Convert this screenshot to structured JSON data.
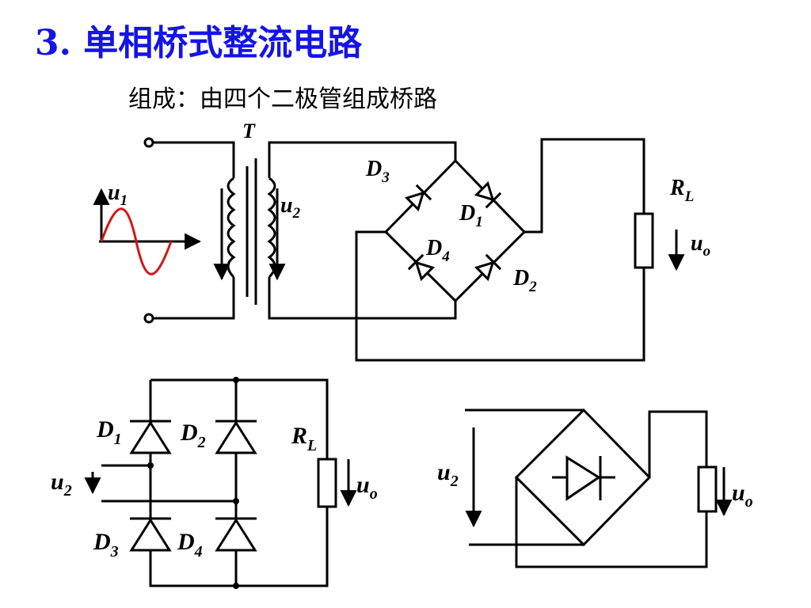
{
  "slide": {
    "title": "3. 单相桥式整流电路",
    "subtitle": "组成：由四个二极管组成桥路"
  },
  "labels": {
    "transformer": "T",
    "u": "u",
    "D": "D",
    "R": "R",
    "sub_1": "1",
    "sub_2": "2",
    "sub_3": "3",
    "sub_4": "4",
    "sub_L": "L",
    "sub_o": "o"
  },
  "colors": {
    "title": "#1414e6",
    "sine_wave": "#d01818",
    "wire": "#000000"
  }
}
